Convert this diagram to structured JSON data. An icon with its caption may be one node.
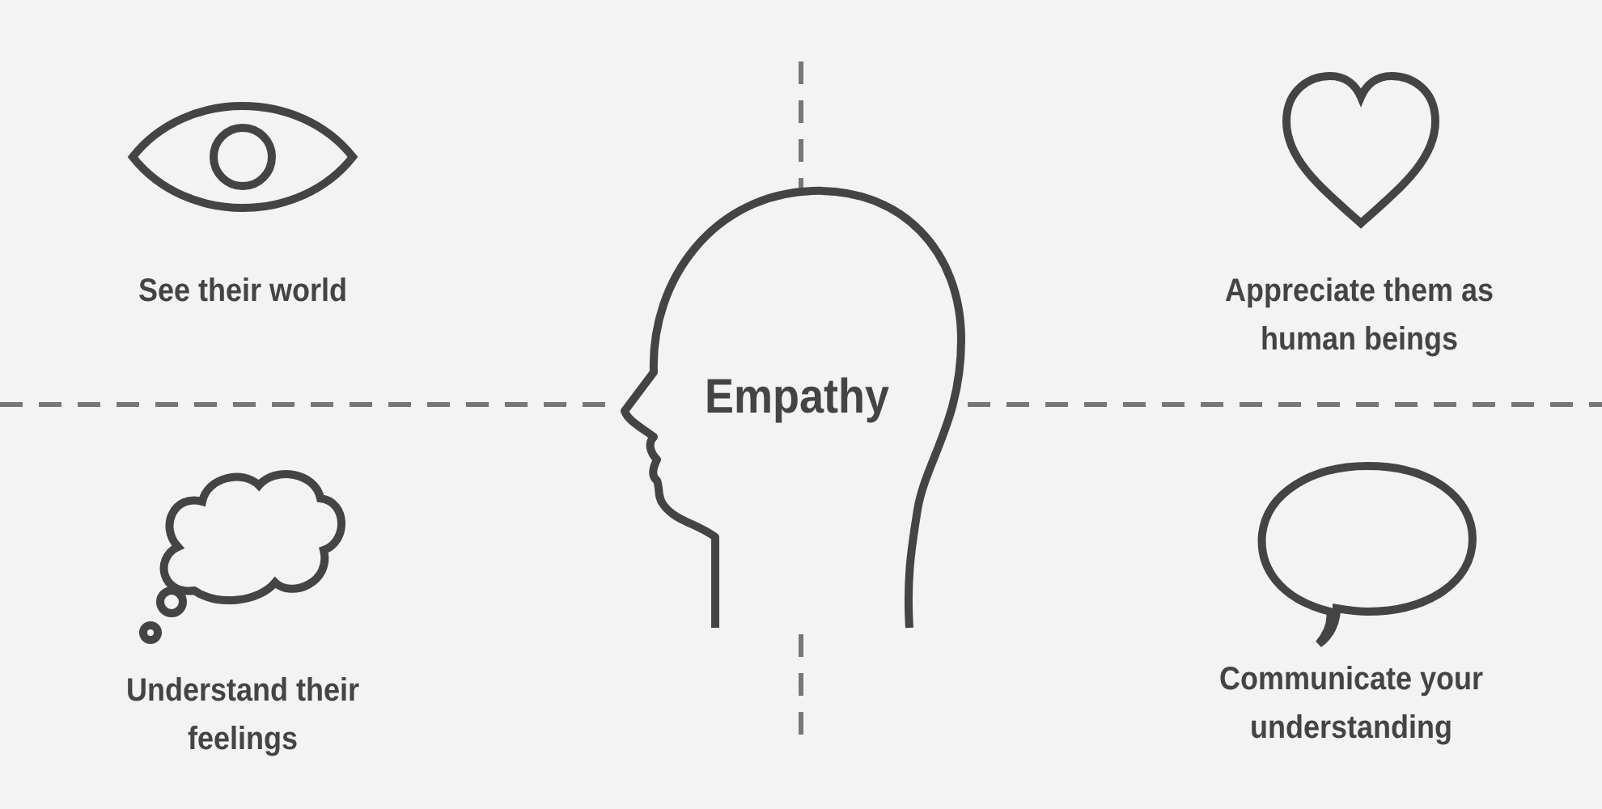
{
  "diagram": {
    "nodes": [
      {
        "text": [
          "Empathy"
        ]
      }
    ],
    "labels": [
      "See their world",
      "Appreciate them as human beings",
      "Understand their feelings",
      "Communicate your understanding"
    ]
  }
}
